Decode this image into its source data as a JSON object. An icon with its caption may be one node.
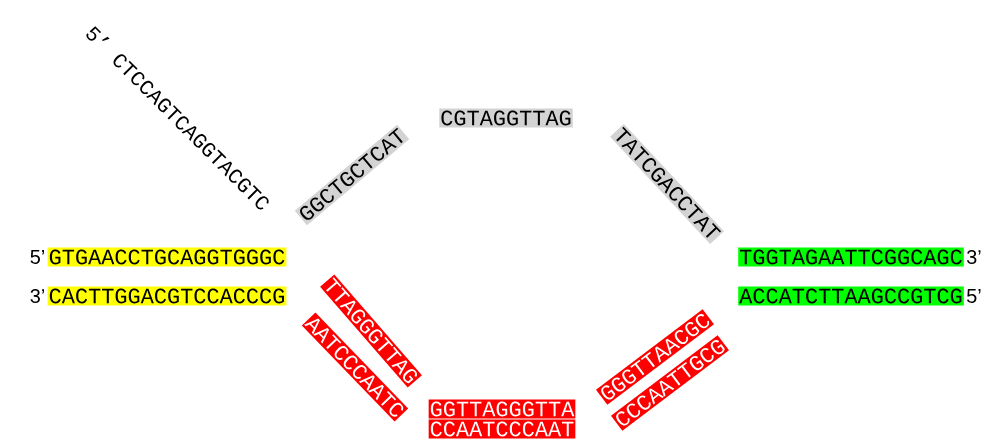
{
  "diagram": {
    "nodes": [
      {
        "text": [
          "GTGAACCTGCAGGTGGGC"
        ],
        "beside": [
          "5’"
        ]
      },
      {
        "text": [
          "CACTTGGACGTCCACCCG"
        ],
        "beside": [
          "3’"
        ]
      },
      {
        "text": [
          "GGCTGCTCAT"
        ]
      },
      {
        "text": [
          "CGTAGGTTAG"
        ]
      },
      {
        "text": [
          "TATCGACCTAT"
        ]
      },
      {
        "text": [
          "TGGTAGAATTCGGCAGC"
        ],
        "beside": [
          "3’"
        ]
      },
      {
        "text": [
          "ACCATCTTAAGCCGTCG"
        ],
        "beside": [
          "5’"
        ]
      },
      {
        "text": [
          "TTAGGGTTAG"
        ]
      },
      {
        "text": [
          "AATCCCAATC"
        ]
      },
      {
        "text": [
          "GGTTAGGGTTA"
        ]
      },
      {
        "text": [
          "CCAATCCCAAT"
        ]
      },
      {
        "text": [
          "GGGTTAACGC"
        ]
      },
      {
        "text": [
          "CCCAATTGCG"
        ]
      }
    ],
    "labels": [
      "5’ CTCCAGTCAGGTACGTC"
    ]
  }
}
